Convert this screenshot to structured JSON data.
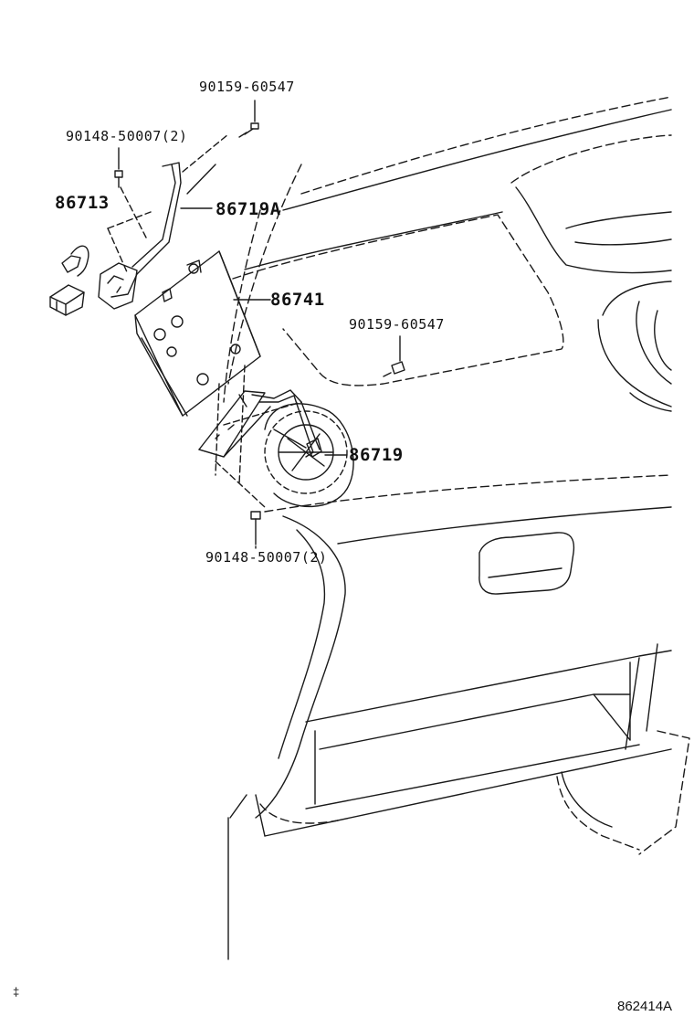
{
  "labels": {
    "bolt_top": "90159-60547",
    "screw_upper": "90148-50007(2)",
    "connector": "86713",
    "bracket_a": "86719A",
    "amplifier": "86741",
    "bolt_mid": "90159-60547",
    "bracket_b": "86719",
    "screw_lower": "90148-50007(2)"
  },
  "footer": {
    "mark": "‡",
    "diagram_number": "862414A"
  },
  "colors": {
    "line": "#1a1a1a"
  }
}
